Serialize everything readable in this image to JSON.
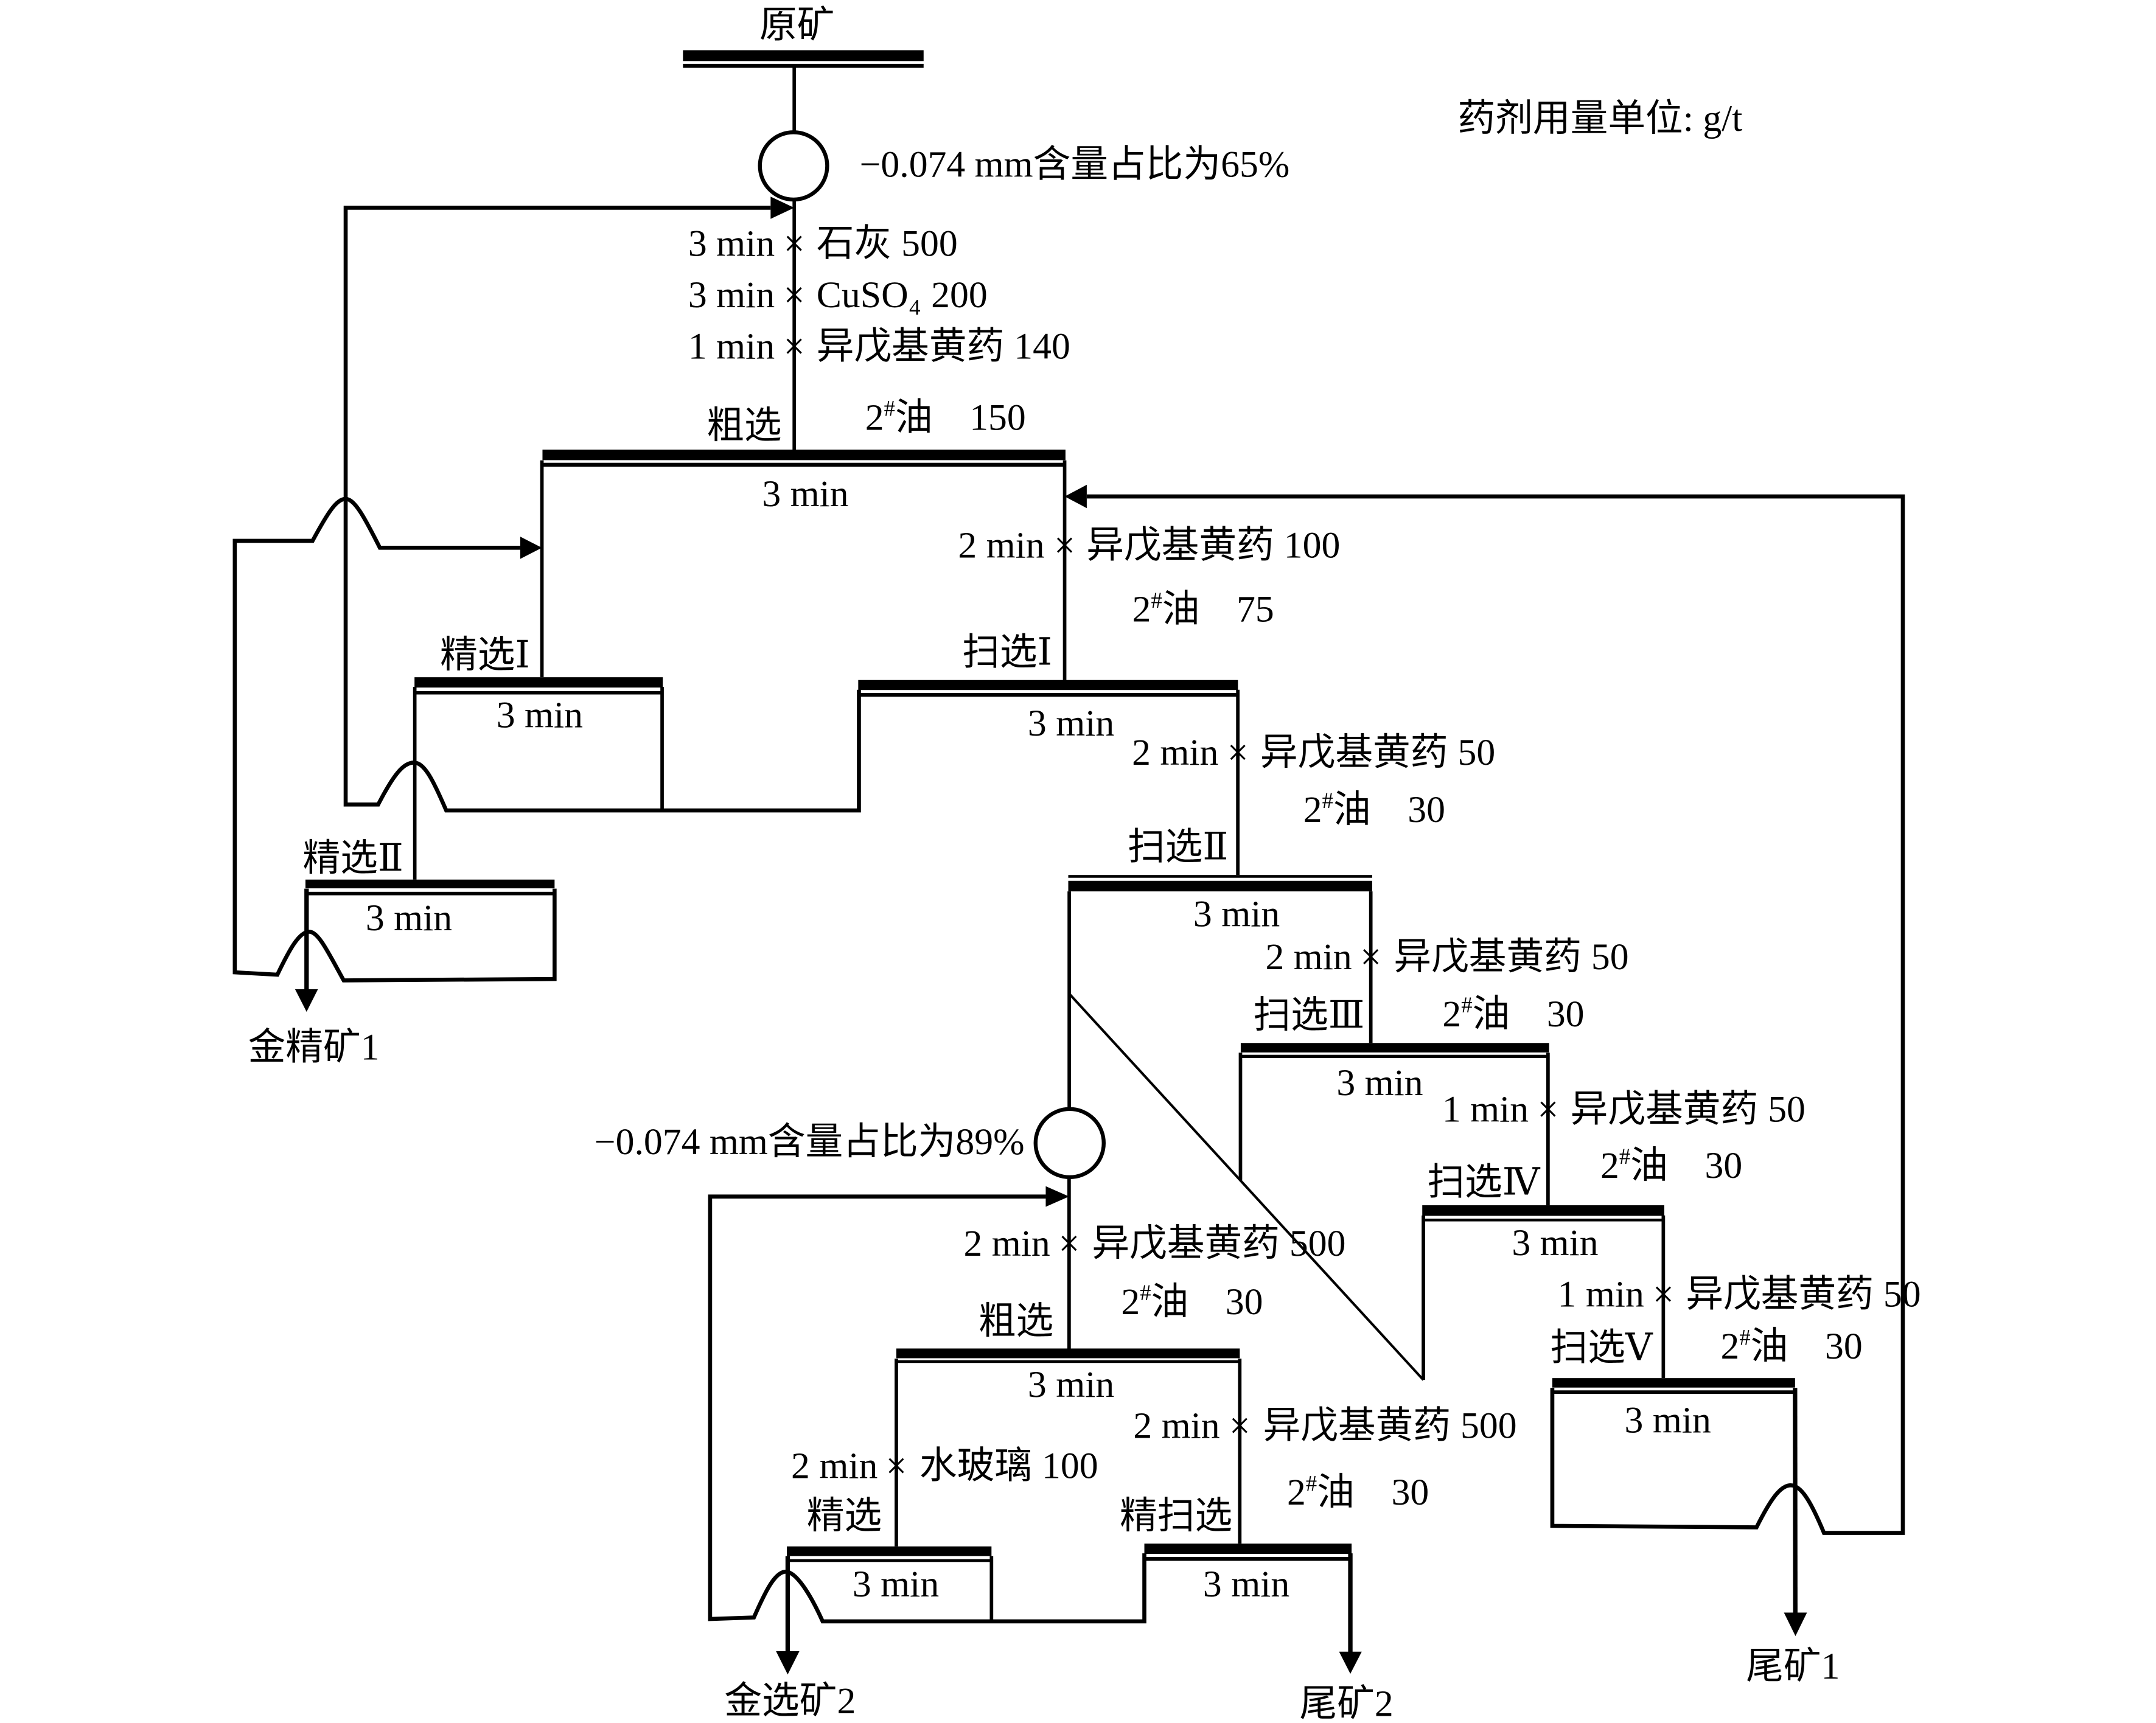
{
  "colors": {
    "line": "#000000",
    "background": "#ffffff"
  },
  "flowsheet": {
    "feed": {
      "label": "原矿"
    },
    "unit_note": "药剂用量单位: g/t",
    "multiply_sign": "×",
    "grinding": [
      {
        "fineness": "−0.074 mm含量占比为65%"
      },
      {
        "fineness": "−0.074 mm含量占比为89%"
      }
    ],
    "cells": [
      {
        "label": "粗选",
        "time": "3 min"
      },
      {
        "label": "精选Ⅰ",
        "time": "3 min"
      },
      {
        "label": "精选Ⅱ",
        "time": "3 min"
      },
      {
        "label": "扫选Ⅰ",
        "time": "3 min"
      },
      {
        "label": "扫选Ⅱ",
        "time": "3 min"
      },
      {
        "label": "扫选Ⅲ",
        "time": "3 min"
      },
      {
        "label": "扫选Ⅳ",
        "time": "3 min"
      },
      {
        "label": "扫选Ⅴ",
        "time": "3 min"
      },
      {
        "label": "粗选",
        "time": "3 min"
      },
      {
        "label": "精选",
        "time": "3 min"
      },
      {
        "label": "精扫选",
        "time": "3 min"
      }
    ],
    "reagents": [
      {
        "time": "3 min",
        "reagent": "石灰",
        "dose": "500"
      },
      {
        "time": "3 min",
        "reagent": "CuSO₄",
        "dose": "200"
      },
      {
        "time": "1 min",
        "reagent": "异戊基黄药",
        "dose": "140"
      },
      {
        "time": "2 min",
        "reagent": "异戊基黄药",
        "dose": "100"
      },
      {
        "time": "2 min",
        "reagent": "异戊基黄药",
        "dose": "50"
      },
      {
        "time": "2 min",
        "reagent": "异戊基黄药",
        "dose": "50"
      },
      {
        "time": "1 min",
        "reagent": "异戊基黄药",
        "dose": "50"
      },
      {
        "time": "1 min",
        "reagent": "异戊基黄药",
        "dose": "50"
      },
      {
        "time": "2 min",
        "reagent": "异戊基黄药",
        "dose": "500"
      },
      {
        "time": "2 min",
        "reagent": "水玻璃",
        "dose": "100"
      },
      {
        "time": "2 min",
        "reagent": "异戊基黄药",
        "dose": "500"
      }
    ],
    "frothers": [
      {
        "num": "2",
        "sup": "#",
        "name": "油",
        "dose": "150"
      },
      {
        "num": "2",
        "sup": "#",
        "name": "油",
        "dose": "75"
      },
      {
        "num": "2",
        "sup": "#",
        "name": "油",
        "dose": "30"
      },
      {
        "num": "2",
        "sup": "#",
        "name": "油",
        "dose": "30"
      },
      {
        "num": "2",
        "sup": "#",
        "name": "油",
        "dose": "30"
      },
      {
        "num": "2",
        "sup": "#",
        "name": "油",
        "dose": "30"
      },
      {
        "num": "2",
        "sup": "#",
        "name": "油",
        "dose": "30"
      },
      {
        "num": "2",
        "sup": "#",
        "name": "油",
        "dose": "30"
      }
    ],
    "products": [
      {
        "label": "金精矿1"
      },
      {
        "label": "尾矿1"
      },
      {
        "label": "金选矿2"
      },
      {
        "label": "尾矿2"
      }
    ]
  }
}
